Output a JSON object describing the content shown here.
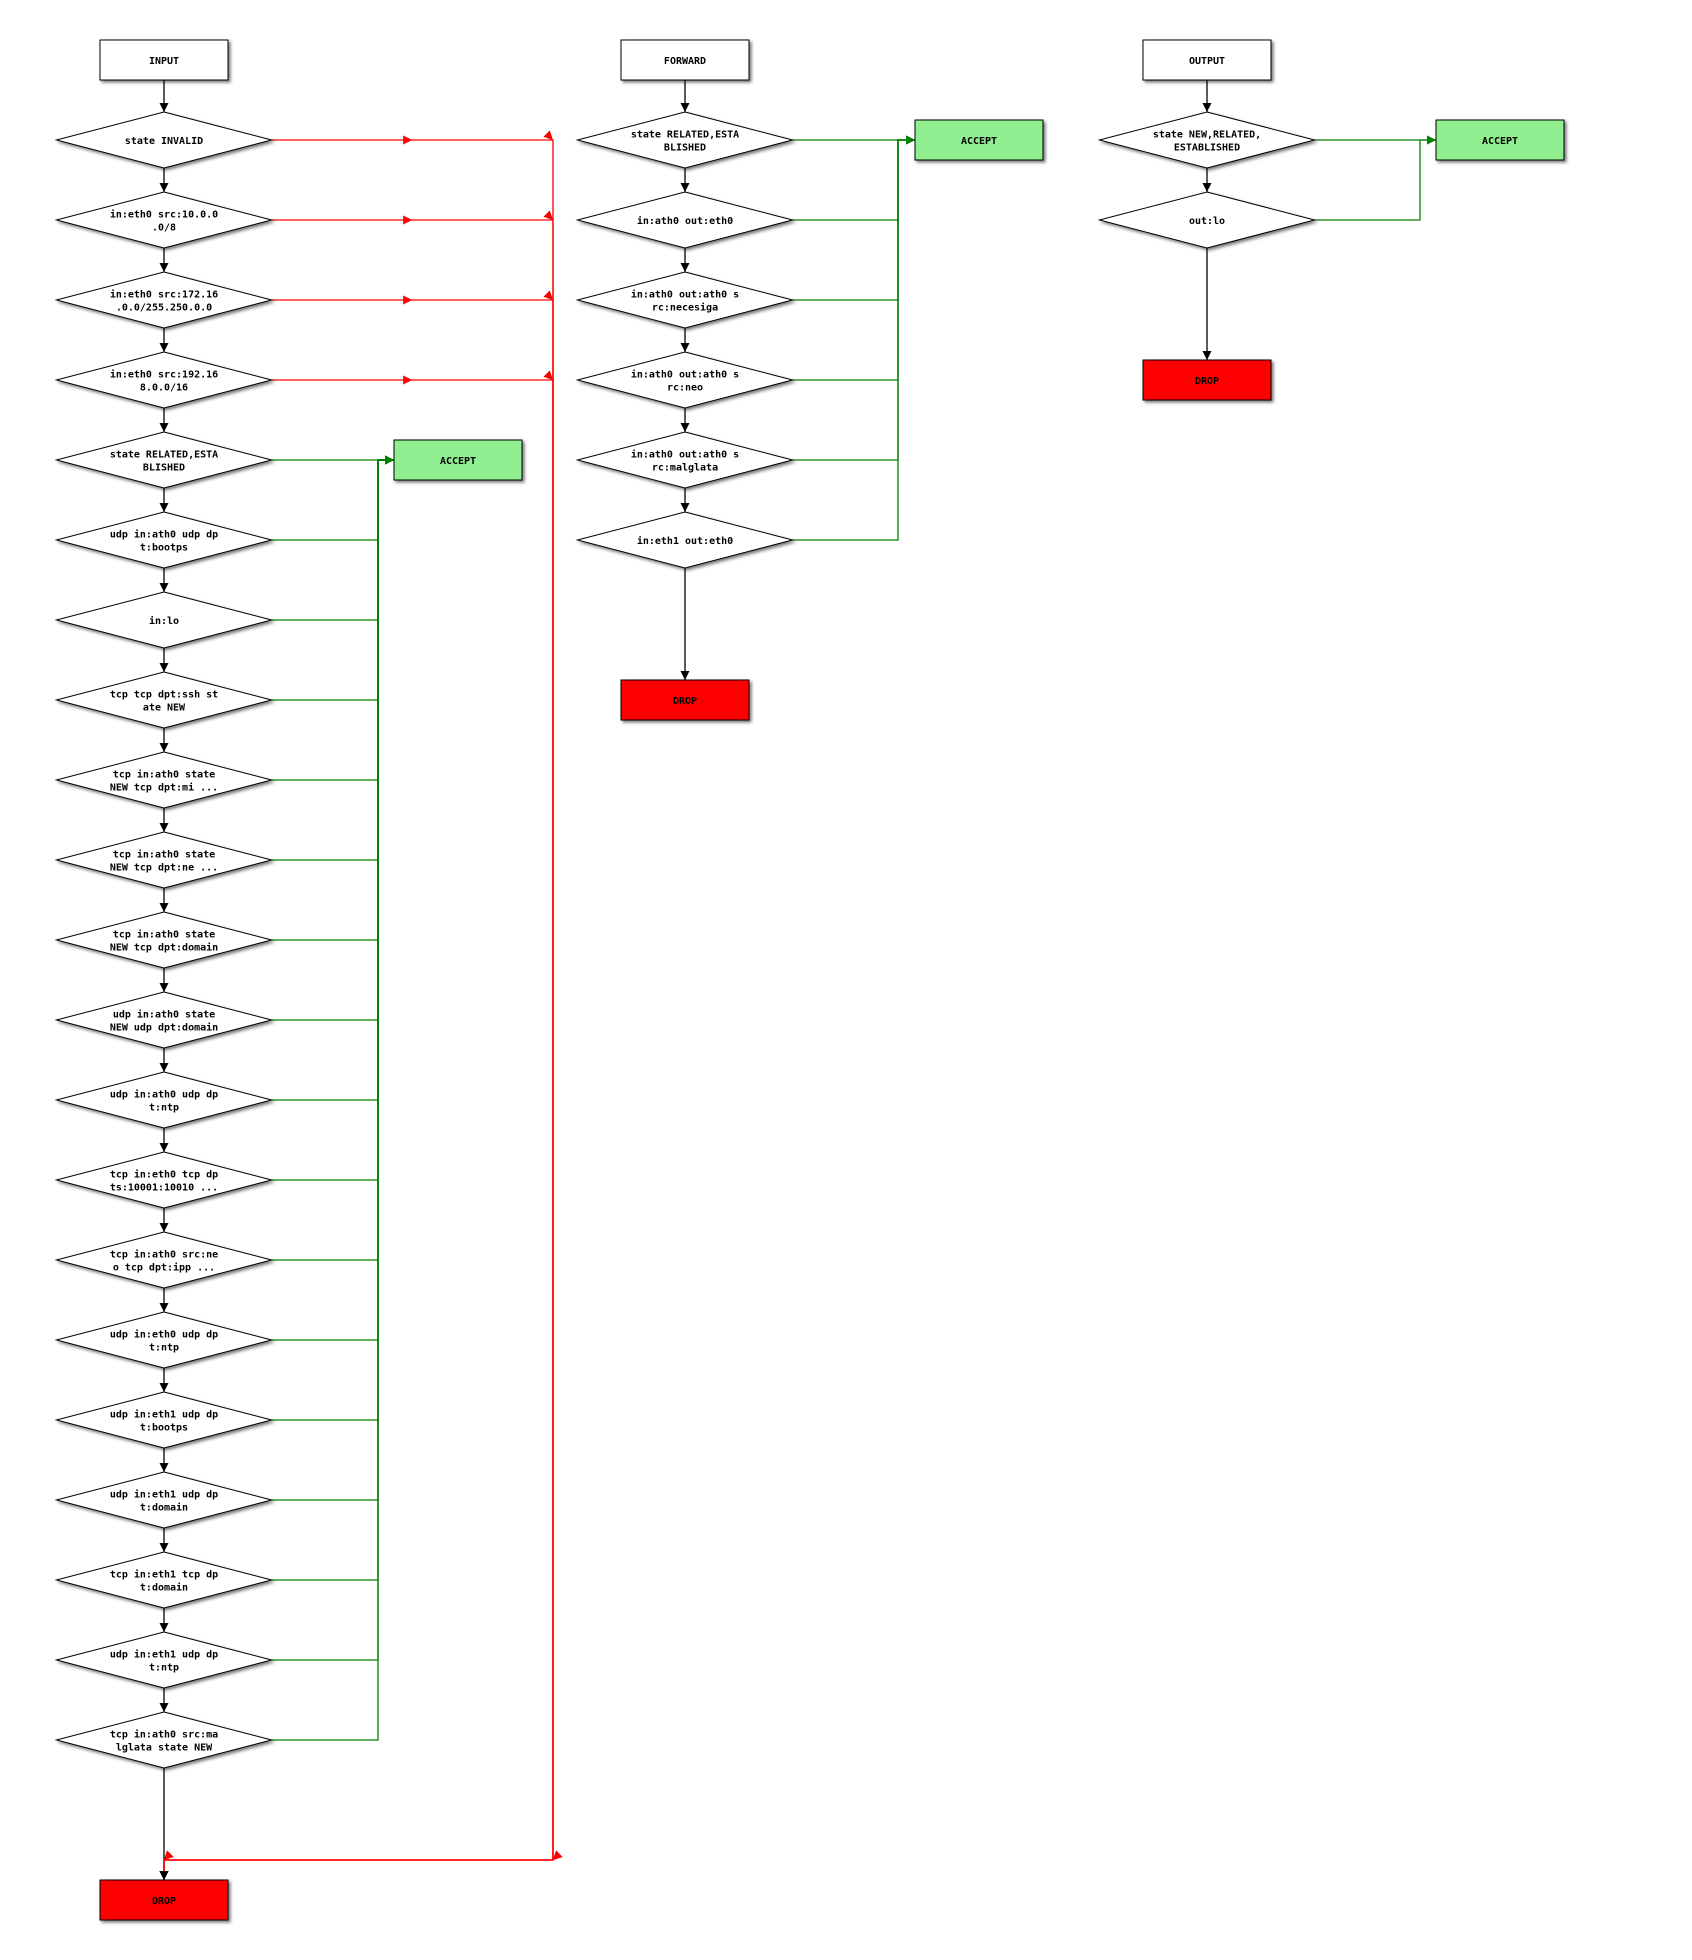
{
  "colors": {
    "accept_fill": "#90ee90",
    "drop_fill": "#ff0000",
    "accept_edge": "#008000",
    "drop_edge": "#ff0000",
    "flow_edge": "#000000"
  },
  "chains": [
    {
      "name": "INPUT",
      "accept": "ACCEPT",
      "drop": "DROP",
      "rules": [
        {
          "lines": [
            "state INVALID"
          ],
          "target": "drop"
        },
        {
          "lines": [
            "in:eth0 src:10.0.0",
            ".0/8"
          ],
          "target": "drop"
        },
        {
          "lines": [
            "in:eth0 src:172.16",
            ".0.0/255.250.0.0"
          ],
          "target": "drop"
        },
        {
          "lines": [
            "in:eth0 src:192.16",
            "8.0.0/16"
          ],
          "target": "drop"
        },
        {
          "lines": [
            "state RELATED,ESTA",
            "BLISHED"
          ],
          "target": "accept"
        },
        {
          "lines": [
            "udp in:ath0 udp dp",
            "t:bootps"
          ],
          "target": "accept"
        },
        {
          "lines": [
            "in:lo"
          ],
          "target": "accept"
        },
        {
          "lines": [
            "tcp tcp dpt:ssh st",
            "ate NEW"
          ],
          "target": "accept"
        },
        {
          "lines": [
            "tcp in:ath0 state",
            "NEW tcp dpt:mi ..."
          ],
          "target": "accept"
        },
        {
          "lines": [
            "tcp in:ath0 state",
            "NEW tcp dpt:ne ..."
          ],
          "target": "accept"
        },
        {
          "lines": [
            "tcp in:ath0 state",
            "NEW tcp dpt:domain"
          ],
          "target": "accept"
        },
        {
          "lines": [
            "udp in:ath0 state",
            "NEW udp dpt:domain"
          ],
          "target": "accept"
        },
        {
          "lines": [
            "udp in:ath0 udp dp",
            "t:ntp"
          ],
          "target": "accept"
        },
        {
          "lines": [
            "tcp in:eth0 tcp dp",
            "ts:10001:10010 ..."
          ],
          "target": "accept"
        },
        {
          "lines": [
            "tcp in:ath0 src:ne",
            "o tcp dpt:ipp  ..."
          ],
          "target": "accept"
        },
        {
          "lines": [
            "udp in:eth0 udp dp",
            "t:ntp"
          ],
          "target": "accept"
        },
        {
          "lines": [
            "udp in:eth1 udp dp",
            "t:bootps"
          ],
          "target": "accept"
        },
        {
          "lines": [
            "udp in:eth1 udp dp",
            "t:domain"
          ],
          "target": "accept"
        },
        {
          "lines": [
            "tcp in:eth1 tcp dp",
            "t:domain"
          ],
          "target": "accept"
        },
        {
          "lines": [
            "udp in:eth1 udp dp",
            "t:ntp"
          ],
          "target": "accept"
        },
        {
          "lines": [
            "tcp in:ath0 src:ma",
            "lglata state NEW"
          ],
          "target": "accept"
        }
      ]
    },
    {
      "name": "FORWARD",
      "accept": "ACCEPT",
      "drop": "DROP",
      "rules": [
        {
          "lines": [
            "state RELATED,ESTA",
            "BLISHED"
          ],
          "target": "accept"
        },
        {
          "lines": [
            "in:ath0 out:eth0"
          ],
          "target": "accept"
        },
        {
          "lines": [
            "in:ath0 out:ath0 s",
            "rc:necesiga"
          ],
          "target": "accept"
        },
        {
          "lines": [
            "in:ath0 out:ath0 s",
            "rc:neo"
          ],
          "target": "accept"
        },
        {
          "lines": [
            "in:ath0 out:ath0 s",
            "rc:malglata"
          ],
          "target": "accept"
        },
        {
          "lines": [
            "in:eth1 out:eth0"
          ],
          "target": "accept"
        }
      ]
    },
    {
      "name": "OUTPUT",
      "accept": "ACCEPT",
      "drop": "DROP",
      "rules": [
        {
          "lines": [
            "state NEW,RELATED,",
            "ESTABLISHED"
          ],
          "target": "accept"
        },
        {
          "lines": [
            "out:lo"
          ],
          "target": "accept"
        }
      ]
    }
  ]
}
